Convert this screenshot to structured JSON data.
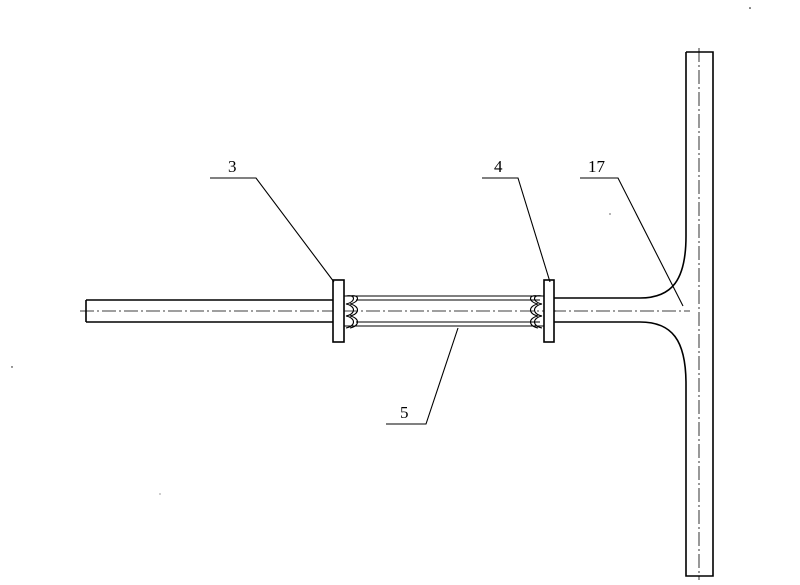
{
  "callouts": {
    "part3": "3",
    "part4": "4",
    "part5": "5",
    "part17": "17"
  },
  "colors": {
    "ink": "#000000",
    "paper": "#ffffff"
  }
}
